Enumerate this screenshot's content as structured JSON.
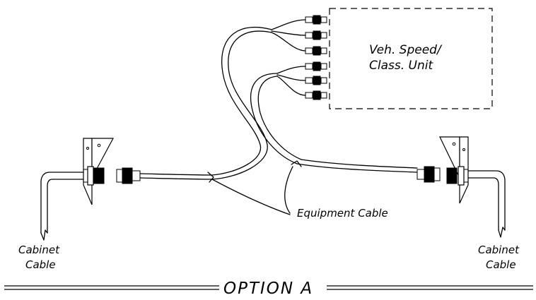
{
  "labels": {
    "unit_line1": "Veh. Speed/",
    "unit_line2": "Class. Unit",
    "equipment_cable": "Equipment Cable",
    "cabinet_left_line1": "Cabinet",
    "cabinet_left_line2": "Cable",
    "cabinet_right_line1": "Cabinet",
    "cabinet_right_line2": "Cable",
    "option": "OPTION A"
  },
  "colors": {
    "line": "#000000",
    "background": "#ffffff"
  }
}
